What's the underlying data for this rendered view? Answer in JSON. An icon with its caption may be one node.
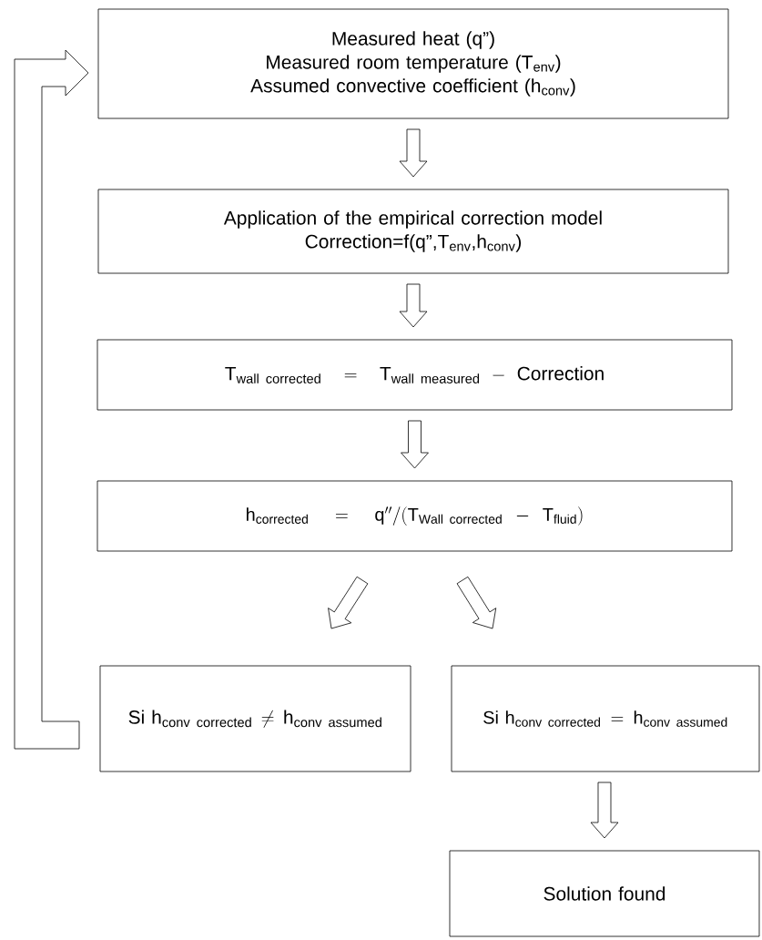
{
  "diagram": {
    "nodes": [
      {
        "text": [
          "Measured heat (q”)",
          "Measured room temperature (T$_{env}$)",
          "Assumed convective coefficient (h$_{conv}$)"
        ]
      },
      {
        "text": [
          "Application of the empirical correction model",
          "Correction=f(q”,T$_{env}$,h$_{conv}$)"
        ]
      },
      {
        "text": [
          "\\mathrm{T}_{\\mathrm{wall\\ corrected}}=\\mathrm{T}_{\\mathrm{wall\\ measured}}-\\mathrm{Correction}"
        ]
      },
      {
        "text": [
          "\\mathrm{h}_{\\mathrm{corrected}}=\\mathrm{q}''/(\\mathrm{T}_{\\mathrm{Wall\\ corrected}}-\\mathrm{T}_{\\mathrm{fluid}})"
        ]
      },
      {
        "text": [
          "\\mathrm{Si\\ h}_{\\mathrm{conv\\ corrected}}\\neq\\mathrm{h}_{\\mathrm{conv\\ assumed}}"
        ]
      },
      {
        "text": [
          "\\mathrm{Si\\ h}_{\\mathrm{conv\\ corrected}}=\\mathrm{h}_{\\mathrm{conv\\ assumed}}"
        ]
      },
      {
        "text": [
          "Solution found"
        ]
      }
    ],
    "edges": [
      {
        "from": 0,
        "to": 1,
        "arrow": "to"
      },
      {
        "from": 1,
        "to": 2,
        "arrow": "to"
      },
      {
        "from": 2,
        "to": 3,
        "arrow": "to"
      },
      {
        "from": 3,
        "to": 4,
        "arrow": "to"
      },
      {
        "from": 3,
        "to": 5,
        "arrow": "to"
      },
      {
        "from": 5,
        "to": 6,
        "arrow": "to"
      },
      {
        "from": 4,
        "to": 0,
        "arrow": "to",
        "style": "thick"
      }
    ]
  }
}
